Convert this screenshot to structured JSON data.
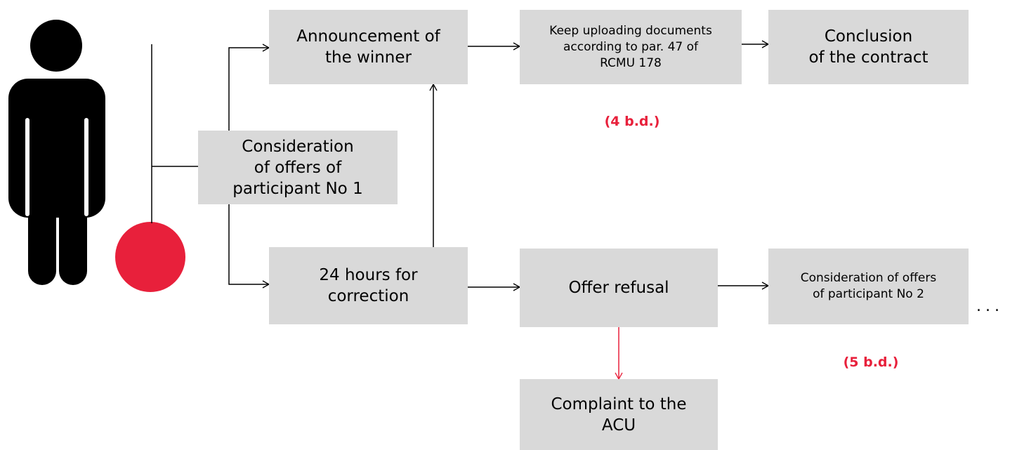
{
  "colors": {
    "box_fill": "#d9d9d9",
    "accent_red": "#e8203b",
    "person": "#000000",
    "line": "#000000"
  },
  "icons": {
    "person": "person-icon",
    "dot": "red-circle-icon"
  },
  "nodes": {
    "consideration_1": "Consideration\nof offers of\nparticipant No 1",
    "announcement": "Announcement of\nthe winner",
    "correction": "24 hours for\ncorrection",
    "keep_uploading": "Keep uploading documents\naccording to par. 47 of\nRCMU 178",
    "conclusion": "Conclusion\nof the contract",
    "offer_refusal": "Offer refusal",
    "consideration_2": "Consideration of offers\nof participant No 2",
    "complaint": "Complaint to the\nACU"
  },
  "durations": {
    "four_days": "(4 b.d.)",
    "five_days": "(5 b.d.)"
  },
  "continuation": "..."
}
